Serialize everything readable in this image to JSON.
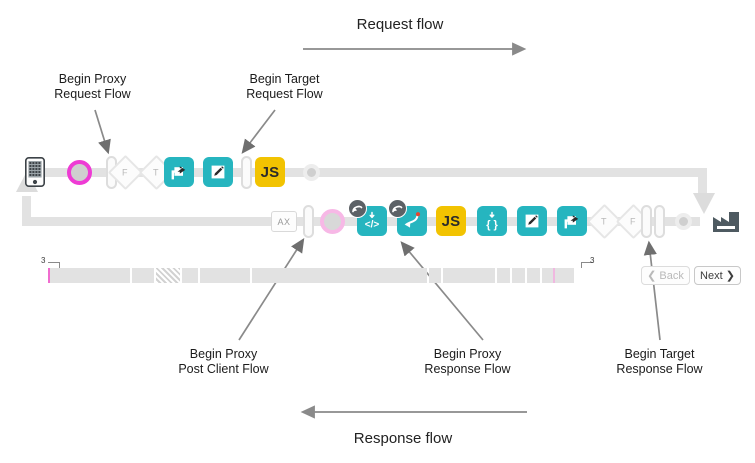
{
  "diagram": {
    "title_top": "Request flow",
    "title_bottom": "Response flow",
    "callouts": [
      {
        "id": "begin-proxy-request-flow",
        "line1": "Begin Proxy",
        "line2": "Request Flow"
      },
      {
        "id": "begin-target-request-flow",
        "line1": "Begin Target",
        "line2": "Request Flow"
      },
      {
        "id": "begin-proxy-post-client-flow",
        "line1": "Begin Proxy",
        "line2": "Post Client Flow"
      },
      {
        "id": "begin-proxy-response-flow",
        "line1": "Begin Proxy",
        "line2": "Response Flow"
      },
      {
        "id": "begin-target-response-flow",
        "line1": "Begin Target",
        "line2": "Response Flow"
      }
    ],
    "colors": {
      "teal": "#26b5bf",
      "yellow": "#f2c301",
      "rail": "#e2e2e2",
      "magenta_ring": "#ee3bd4",
      "pink_ring": "#f7b8e6",
      "arrow_gray": "#8a8a8a",
      "target_icon": "#4e5a61",
      "badge": "#5c6166"
    },
    "request_row": {
      "start_icon": "mobile-device-icon",
      "end_icon": "target-server-icon",
      "nodes": [
        {
          "kind": "ring",
          "name": "flow-start-marker",
          "style": "magenta"
        },
        {
          "kind": "pbar",
          "name": "flow-divider-bar"
        },
        {
          "kind": "diamond",
          "name": "condition-false-step",
          "label": "F"
        },
        {
          "kind": "diamond",
          "name": "condition-true-step",
          "label": "T"
        },
        {
          "kind": "chip",
          "name": "route-policy-step",
          "style": "teal",
          "icon": "share-arrow-icon"
        },
        {
          "kind": "chip",
          "name": "assign-message-policy-step",
          "style": "teal",
          "icon": "pencil-icon"
        },
        {
          "kind": "pbar",
          "name": "flow-divider-bar"
        },
        {
          "kind": "chip",
          "name": "javascript-policy-step",
          "style": "yellow",
          "label": "JS"
        },
        {
          "kind": "ring",
          "name": "flow-end-marker",
          "style": "plain"
        }
      ]
    },
    "response_row": {
      "nodes": [
        {
          "kind": "axbox",
          "name": "analytics-step",
          "label": "AX"
        },
        {
          "kind": "pbar",
          "name": "flow-divider-bar"
        },
        {
          "kind": "ring",
          "name": "post-client-flow-marker",
          "style": "pink"
        },
        {
          "kind": "chip",
          "name": "xml-to-json-policy-step",
          "style": "teal",
          "icon": "code-tags-icon",
          "badge": "response-badge-icon"
        },
        {
          "kind": "chip",
          "name": "raise-fault-policy-step",
          "style": "teal",
          "icon": "curved-arrow-icon",
          "badge": "response-badge-icon"
        },
        {
          "kind": "chip",
          "name": "javascript-policy-step",
          "style": "yellow",
          "label": "JS"
        },
        {
          "kind": "chip",
          "name": "json-policy-step",
          "style": "teal",
          "icon": "braces-icon"
        },
        {
          "kind": "chip",
          "name": "assign-message-policy-step",
          "style": "teal",
          "icon": "pencil-icon"
        },
        {
          "kind": "chip",
          "name": "route-policy-step",
          "style": "teal",
          "icon": "share-arrow-icon"
        },
        {
          "kind": "diamond",
          "name": "condition-true-step",
          "label": "T"
        },
        {
          "kind": "diamond",
          "name": "condition-false-step",
          "label": "F"
        },
        {
          "kind": "pbar",
          "name": "flow-divider-bar"
        },
        {
          "kind": "pbar",
          "name": "flow-divider-bar"
        },
        {
          "kind": "ring",
          "name": "response-start-marker",
          "style": "plain"
        }
      ]
    },
    "timeline": {
      "left_bracket_label": "3",
      "right_bracket_label": "3",
      "back_button": "❮ Back",
      "next_button": "Next ❯"
    }
  }
}
